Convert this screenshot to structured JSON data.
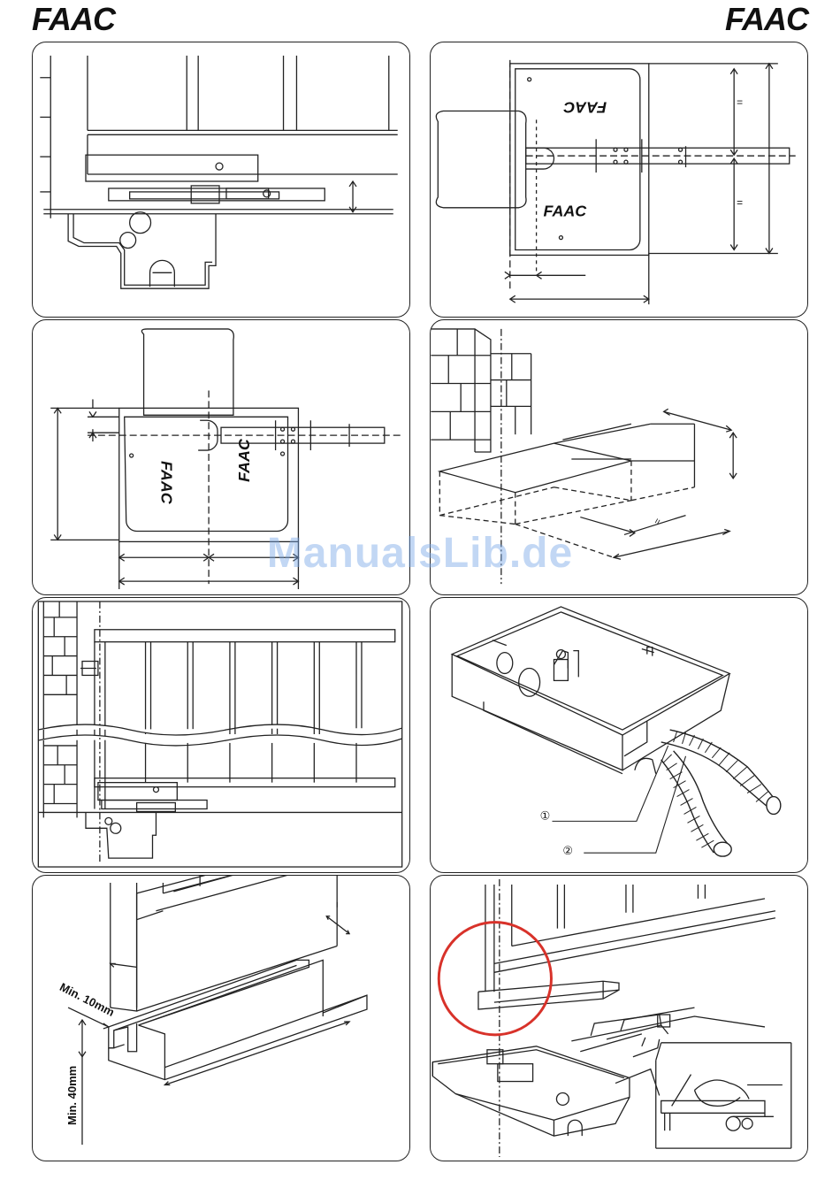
{
  "header": {
    "logo_left": "FAAC",
    "logo_right": "FAAC"
  },
  "watermark": "ManualsLib.de",
  "panels": {
    "top_right": {
      "brand_mark_top": "FAAC",
      "brand_mark_bottom": "FAAC",
      "equal_mark_top": "=",
      "equal_mark_bottom": "="
    },
    "mid_left": {
      "brand_mark_left": "FAAC",
      "brand_mark_right": "FAAC"
    },
    "mid_right": {
      "equal_mark": "="
    },
    "conduits": {
      "callout_1": "①",
      "callout_2": "②"
    },
    "channel": {
      "min_width": "Min. 10mm",
      "min_height": "Min. 40mm"
    }
  },
  "colors": {
    "line": "#222222",
    "highlight_circle": "#d8322a",
    "watermark": "#7aa8e8"
  }
}
